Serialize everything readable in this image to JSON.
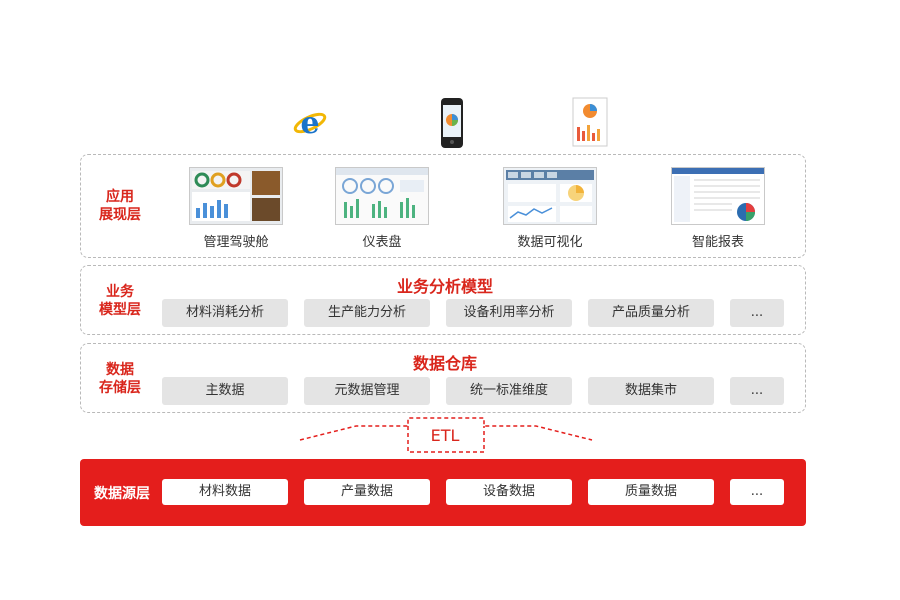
{
  "layers": {
    "application": {
      "label_line1": "应用",
      "label_line2": "展现层",
      "apps": [
        {
          "label": "管理驾驶舱"
        },
        {
          "label": "仪表盘"
        },
        {
          "label": "数据可视化"
        },
        {
          "label": "智能报表"
        }
      ]
    },
    "business": {
      "label_line1": "业务",
      "label_line2": "模型层",
      "title": "业务分析模型",
      "items": [
        "材料消耗分析",
        "生产能力分析",
        "设备利用率分析",
        "产品质量分析",
        "..."
      ]
    },
    "storage": {
      "label_line1": "数据",
      "label_line2": "存储层",
      "title": "数据仓库",
      "items": [
        "主数据",
        "元数据管理",
        "统一标准维度",
        "数据集市",
        "..."
      ]
    },
    "etl": {
      "label": "ETL"
    },
    "source": {
      "label": "数据源层",
      "items": [
        "材料数据",
        "产量数据",
        "设备数据",
        "质量数据",
        "..."
      ]
    }
  },
  "colors": {
    "accent_red": "#e41e1c",
    "label_red": "#d9261c",
    "chip_gray": "#e4e4e4",
    "dash_gray": "#b9b9b9"
  },
  "icons": [
    "ie-browser-icon",
    "smartphone-icon",
    "tablet-icon"
  ]
}
